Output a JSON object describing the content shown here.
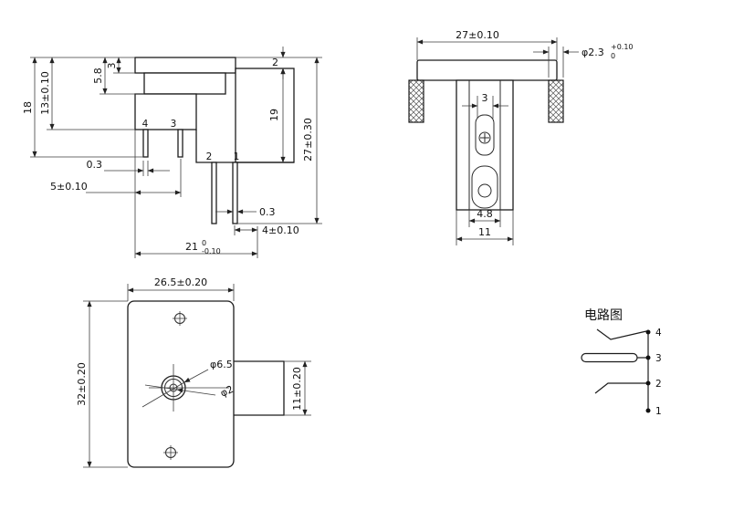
{
  "side_view": {
    "d_18": "18",
    "d_13": "13±0.10",
    "d_5_8": "5.8",
    "d_3": "3",
    "d_0_3_left": "0.3",
    "d_5": "5±0.10",
    "d_21": "21",
    "d_21_tol_upper": "0",
    "d_21_tol_lower": "-0.10",
    "d_0_3_right": "0.3",
    "d_4": "4±0.10",
    "d_2": "2",
    "d_19": "19",
    "d_27": "27±0.30",
    "pin_4": "4",
    "pin_3": "3",
    "pin_2": "2",
    "pin_1": "1"
  },
  "front_view": {
    "d_27": "27±0.10",
    "d_phi2_3": "φ2.3",
    "d_phi2_3_tol_upper": "+0.10",
    "d_phi2_3_tol_lower": "0",
    "d_3": "3",
    "d_4_8": "4.8",
    "d_11": "11"
  },
  "bottom_view": {
    "d_26_5": "26.5±0.20",
    "d_32": "32±0.20",
    "d_phi6_5": "φ6.5",
    "d_phi2": "φ2",
    "d_11": "11±0.20"
  },
  "circuit": {
    "title": "电路图",
    "pin_4": "4",
    "pin_3": "3",
    "pin_2": "2",
    "pin_1": "1"
  }
}
